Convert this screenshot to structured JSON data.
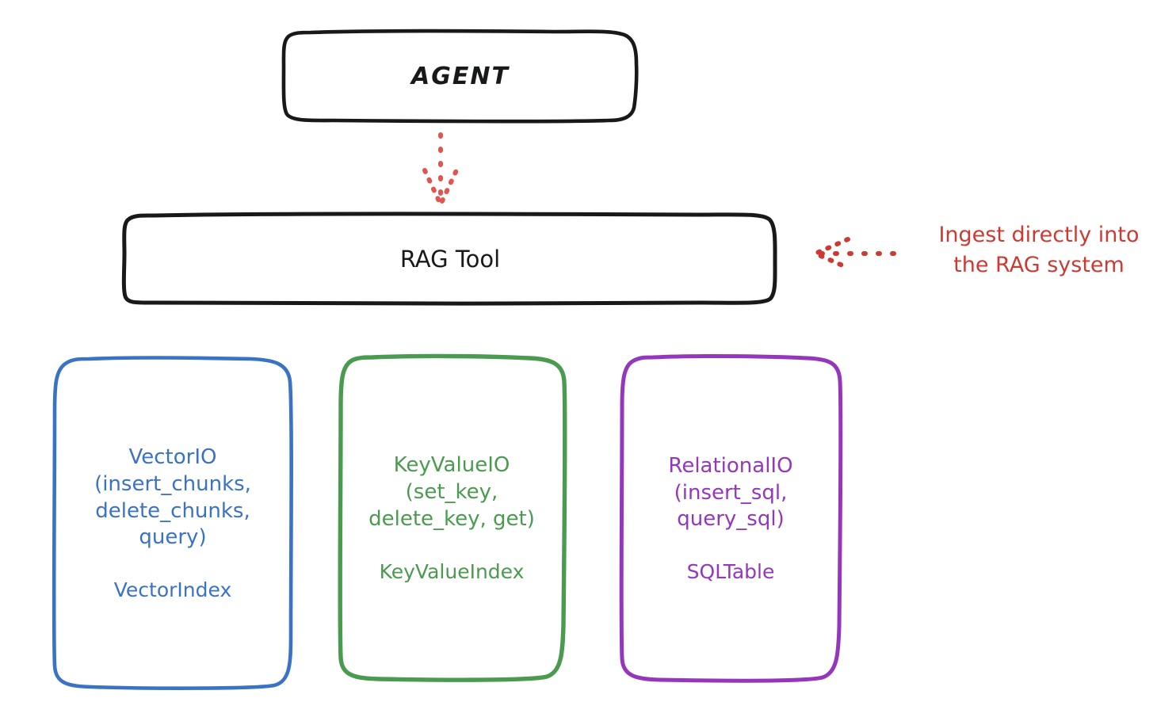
{
  "diagram": {
    "title_node": {
      "label": "AGENT"
    },
    "tool_node": {
      "label": "RAG Tool"
    },
    "annotation": {
      "text": "Ingest directly into\nthe RAG system",
      "color": "#cc3b33"
    },
    "providers": [
      {
        "name": "vector",
        "api": "VectorIO\n(insert_chunks,\ndelete_chunks,\nquery)",
        "index": "VectorIndex",
        "color": "#3a72c4"
      },
      {
        "name": "keyvalue",
        "api": "KeyValueIO\n(set_key,\ndelete_key, get)",
        "index": "KeyValueIndex",
        "color": "#4a9a4f"
      },
      {
        "name": "relational",
        "api": "RelationalIO\n(insert_sql,\nquery_sql)",
        "index": "SQLTable",
        "color": "#9437bd"
      }
    ],
    "edges": [
      {
        "name": "agent-to-rag",
        "style": "dotted-arrow",
        "direction": "down",
        "color": "#cc3b33"
      },
      {
        "name": "annotation-to-rag",
        "style": "dotted-arrow",
        "direction": "left",
        "color": "#cc3b33"
      }
    ],
    "colors": {
      "stroke_black": "#18191a",
      "background": "#ffffff"
    }
  }
}
